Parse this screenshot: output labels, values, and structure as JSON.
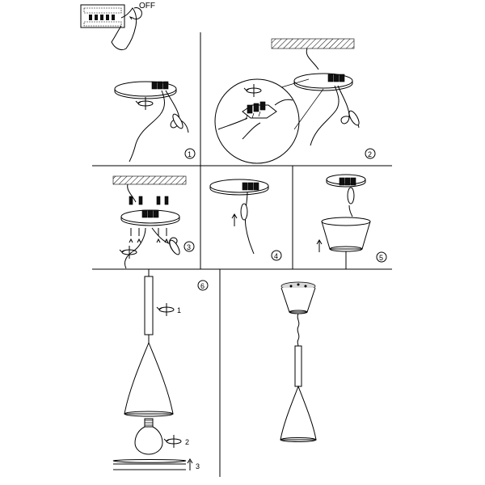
{
  "switch_label": "OFF",
  "steps": [
    {
      "number": "1"
    },
    {
      "number": "2"
    },
    {
      "number": "3"
    },
    {
      "number": "4"
    },
    {
      "number": "5"
    },
    {
      "number": "6",
      "sub_steps": [
        "1",
        "2",
        "3"
      ]
    }
  ],
  "icons": {
    "rotate": "rotate-arrow-icon",
    "push_up": "up-arrow-icon",
    "power_switch": "power-switch-icon",
    "hatched_ceiling": "ceiling-hatch-icon"
  }
}
